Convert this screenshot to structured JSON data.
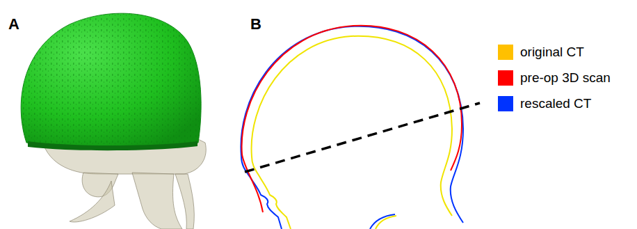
{
  "diagram": {
    "labels": [
      "A",
      "B"
    ],
    "legend": [
      {
        "text": "original CT",
        "color": "#ffc000"
      },
      {
        "text": "pre-op 3D scan",
        "color": "#ff0000"
      },
      {
        "text": "rescaled CT",
        "color": "#0033ff"
      }
    ]
  }
}
